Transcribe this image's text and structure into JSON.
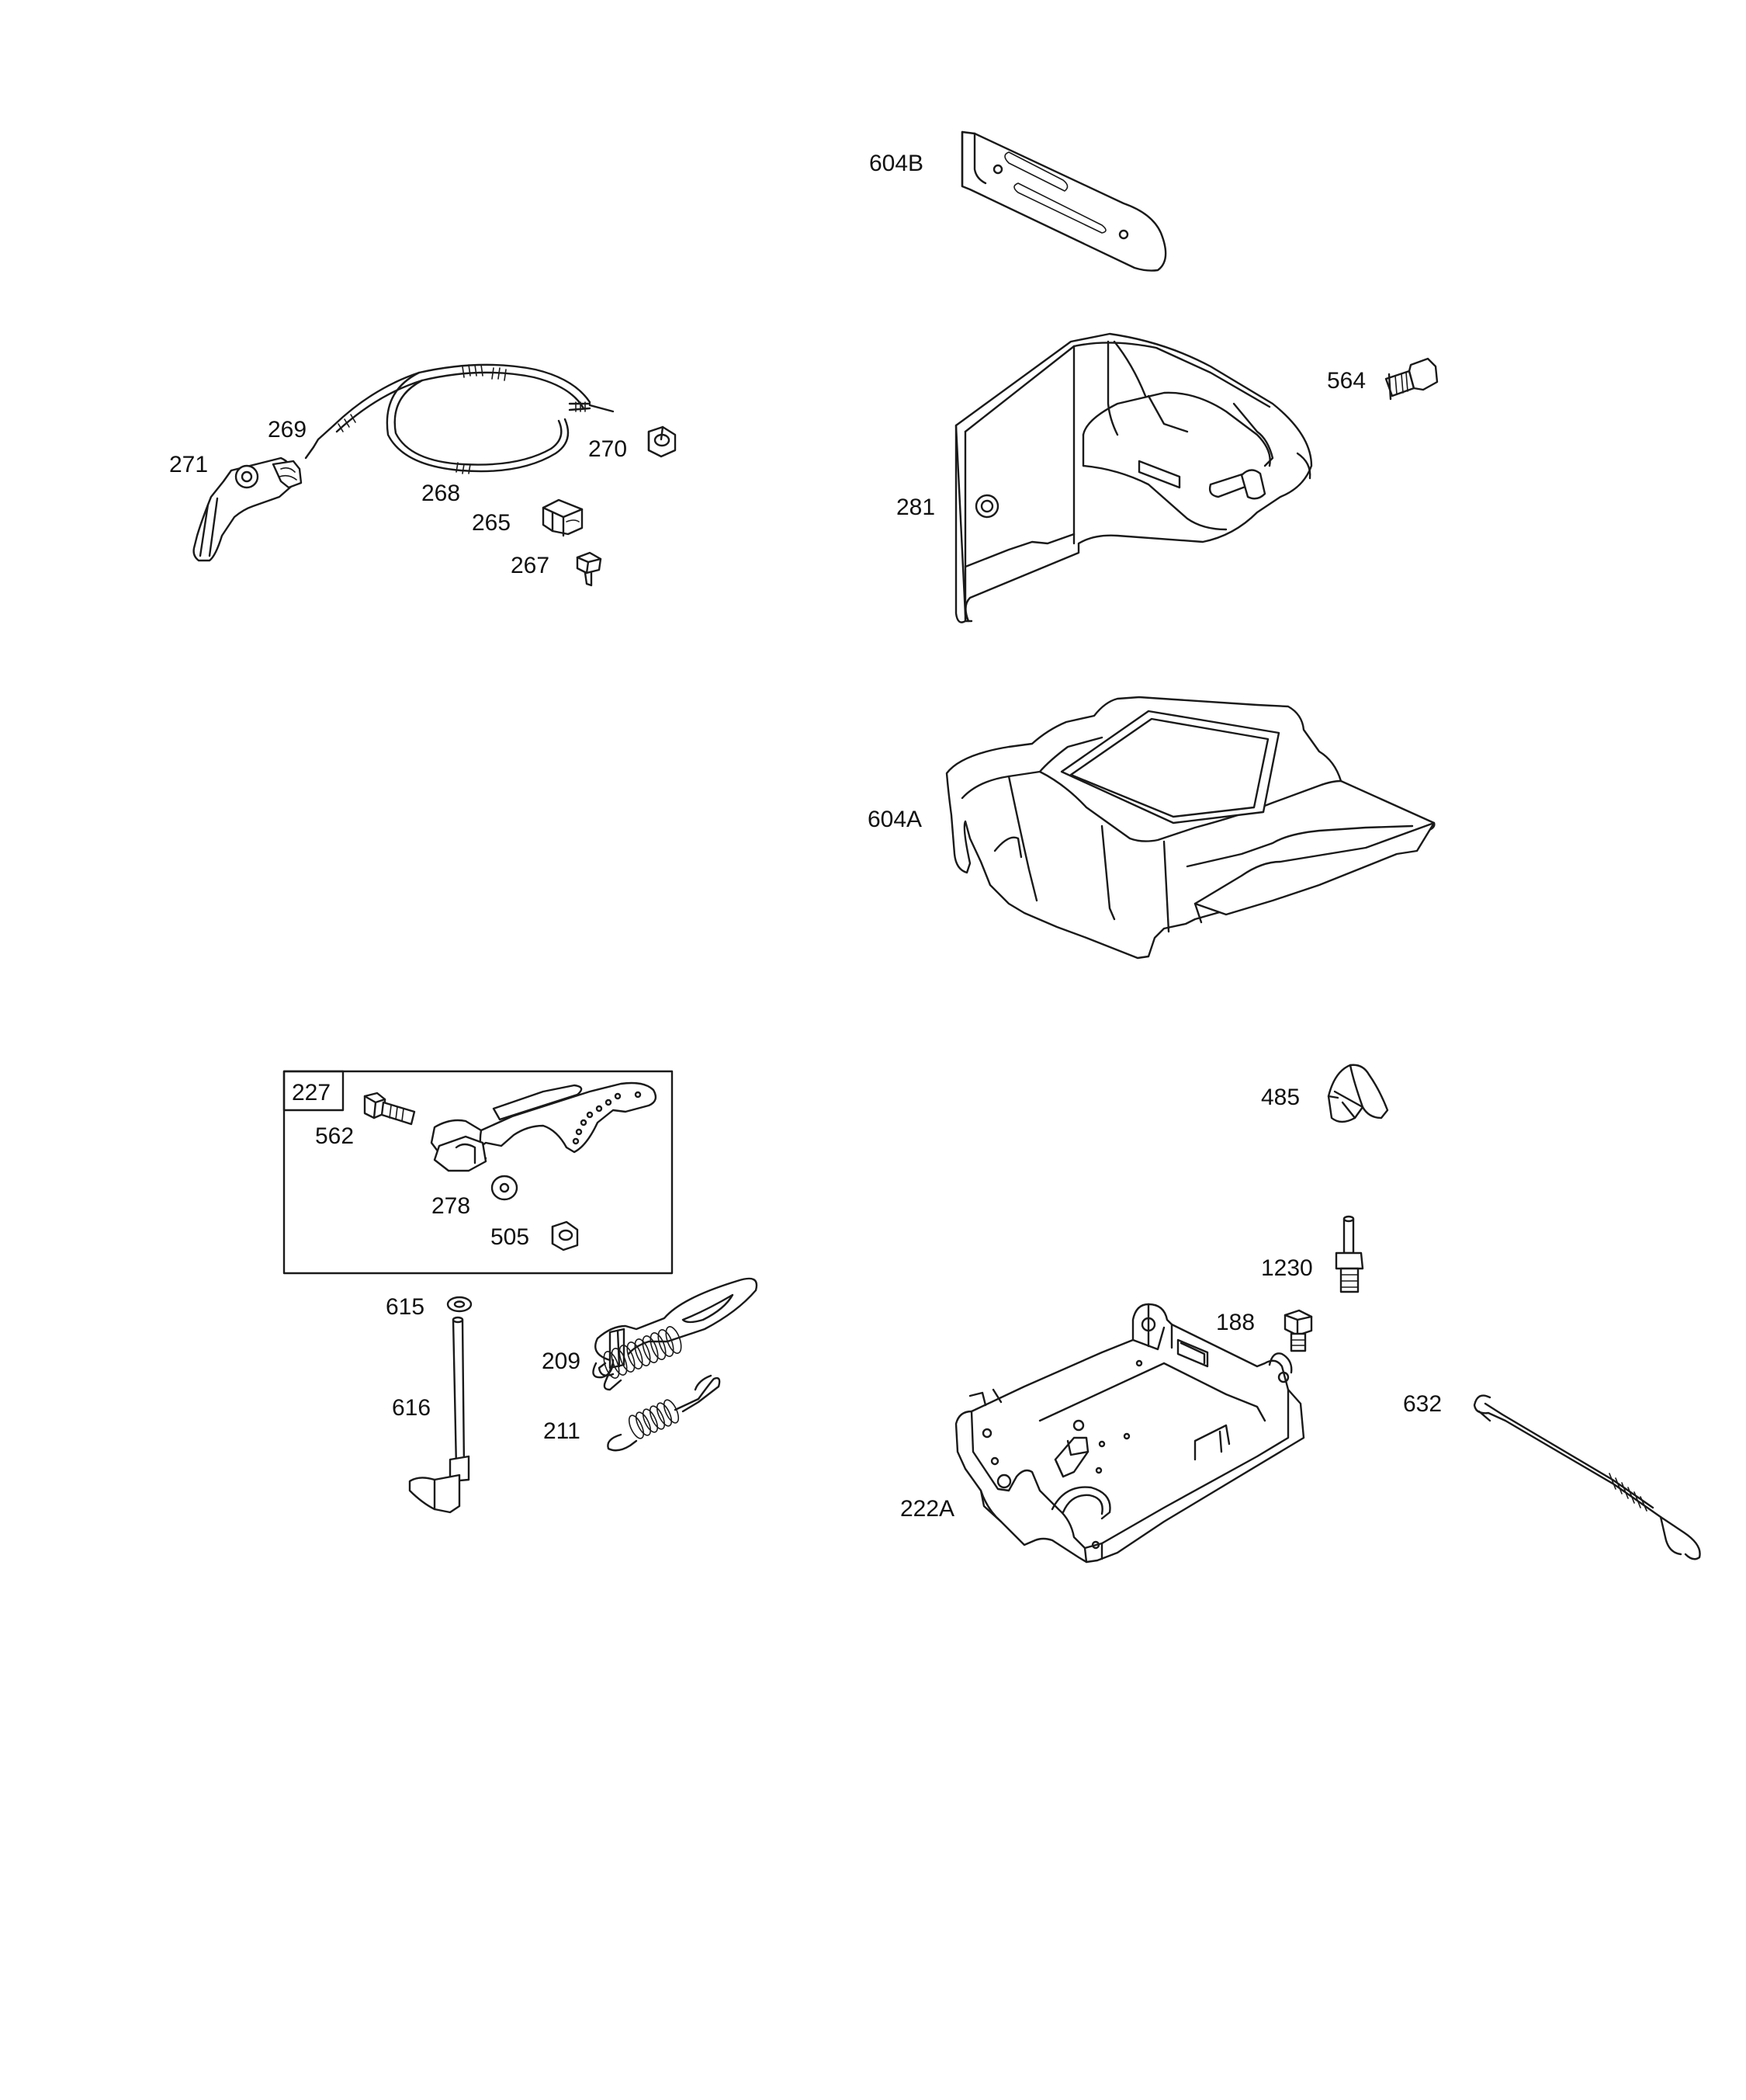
{
  "diagram": {
    "title": "",
    "callouts": [
      {
        "id": "604B",
        "label": "604B"
      },
      {
        "id": "564",
        "label": "564"
      },
      {
        "id": "281",
        "label": "281"
      },
      {
        "id": "604A",
        "label": "604A"
      },
      {
        "id": "269",
        "label": "269"
      },
      {
        "id": "271",
        "label": "271"
      },
      {
        "id": "268",
        "label": "268"
      },
      {
        "id": "270",
        "label": "270"
      },
      {
        "id": "265",
        "label": "265"
      },
      {
        "id": "267",
        "label": "267"
      },
      {
        "id": "227",
        "label": "227"
      },
      {
        "id": "562",
        "label": "562"
      },
      {
        "id": "278",
        "label": "278"
      },
      {
        "id": "505",
        "label": "505"
      },
      {
        "id": "615",
        "label": "615"
      },
      {
        "id": "616",
        "label": "616"
      },
      {
        "id": "209",
        "label": "209"
      },
      {
        "id": "211",
        "label": "211"
      },
      {
        "id": "485",
        "label": "485"
      },
      {
        "id": "1230",
        "label": "1230"
      },
      {
        "id": "188",
        "label": "188"
      },
      {
        "id": "632",
        "label": "632"
      },
      {
        "id": "222A",
        "label": "222A"
      }
    ],
    "parts": [
      {
        "callout": "604B",
        "icon": "side-shield-icon"
      },
      {
        "callout": "281",
        "icon": "blower-housing-panel-icon"
      },
      {
        "callout": "604A",
        "icon": "engine-shroud-icon"
      },
      {
        "callout": "564",
        "icon": "screw-icon"
      },
      {
        "callout": "268",
        "icon": "control-cable-icon"
      },
      {
        "callout": "271",
        "icon": "control-lever-icon"
      },
      {
        "callout": "270",
        "icon": "hex-nut-icon"
      },
      {
        "callout": "265",
        "icon": "cable-clamp-icon"
      },
      {
        "callout": "267",
        "icon": "screw-icon"
      },
      {
        "callout": "227",
        "icon": "governor-control-bracket-icon"
      },
      {
        "callout": "562",
        "icon": "bolt-icon"
      },
      {
        "callout": "278",
        "icon": "washer-icon"
      },
      {
        "callout": "505",
        "icon": "hex-nut-icon"
      },
      {
        "callout": "615",
        "icon": "retaining-ring-icon"
      },
      {
        "callout": "616",
        "icon": "governor-shaft-icon"
      },
      {
        "callout": "209",
        "icon": "governor-spring-icon"
      },
      {
        "callout": "211",
        "icon": "governor-spring-icon"
      },
      {
        "callout": "485",
        "icon": "link-clip-icon"
      },
      {
        "callout": "1230",
        "icon": "stud-icon"
      },
      {
        "callout": "188",
        "icon": "screw-icon"
      },
      {
        "callout": "632",
        "icon": "governor-link-icon"
      },
      {
        "callout": "222A",
        "icon": "control-bracket-icon"
      }
    ]
  }
}
